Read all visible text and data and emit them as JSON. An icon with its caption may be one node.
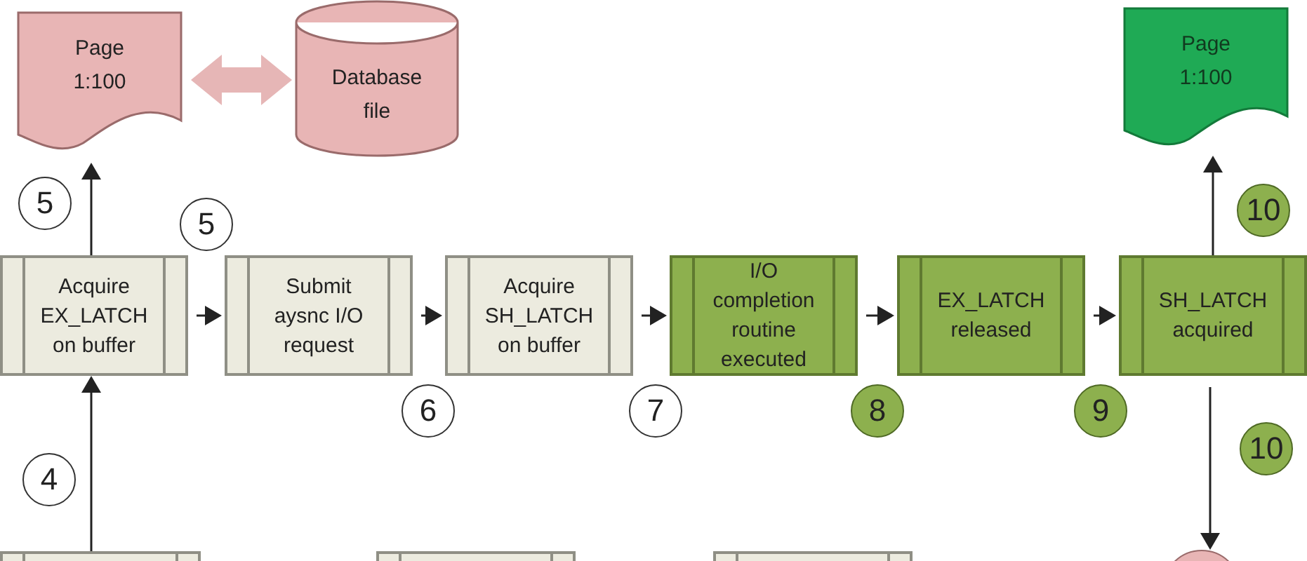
{
  "diagram": {
    "nodes": [
      {
        "text": [
          "Page 1:100"
        ]
      },
      {
        "text": [
          "Database file"
        ]
      },
      {
        "text": [
          "Page 1:100"
        ]
      },
      {
        "text": [
          "Acquire EX_LATCH on buffer"
        ]
      },
      {
        "text": [
          "Submit aysnc I/O request"
        ]
      },
      {
        "text": [
          "Acquire SH_LATCH on buffer"
        ]
      },
      {
        "text": [
          "I/O completion routine executed"
        ]
      },
      {
        "text": [
          "EX_LATCH released"
        ]
      },
      {
        "text": [
          "SH_LATCH acquired"
        ]
      },
      {
        "text": [],
        "shape": "box"
      },
      {
        "text": [],
        "shape": "box"
      },
      {
        "text": [],
        "shape": "box"
      },
      {
        "text": [],
        "shape": "circle"
      }
    ],
    "edges": [
      {
        "from": 0,
        "to": 1,
        "arrow": "both",
        "style": "thick",
        "color": "#e6b6b6"
      },
      {
        "from": 3,
        "to": 0,
        "arrow": "to"
      },
      {
        "from": 3,
        "to": 4,
        "arrow": "to"
      },
      {
        "from": 4,
        "to": 5,
        "arrow": "to"
      },
      {
        "from": 5,
        "to": 6,
        "arrow": "to"
      },
      {
        "from": 6,
        "to": 7,
        "arrow": "to"
      },
      {
        "from": 7,
        "to": 8,
        "arrow": "to"
      },
      {
        "from": 8,
        "to": 2,
        "arrow": "to"
      },
      {
        "from": 8,
        "to": 12,
        "arrow": "to"
      },
      {
        "from": 9,
        "to": 3,
        "arrow": "to"
      }
    ],
    "labels": [
      "5",
      "10",
      "5",
      "6",
      "7",
      "8",
      "9",
      "10",
      "4"
    ]
  }
}
